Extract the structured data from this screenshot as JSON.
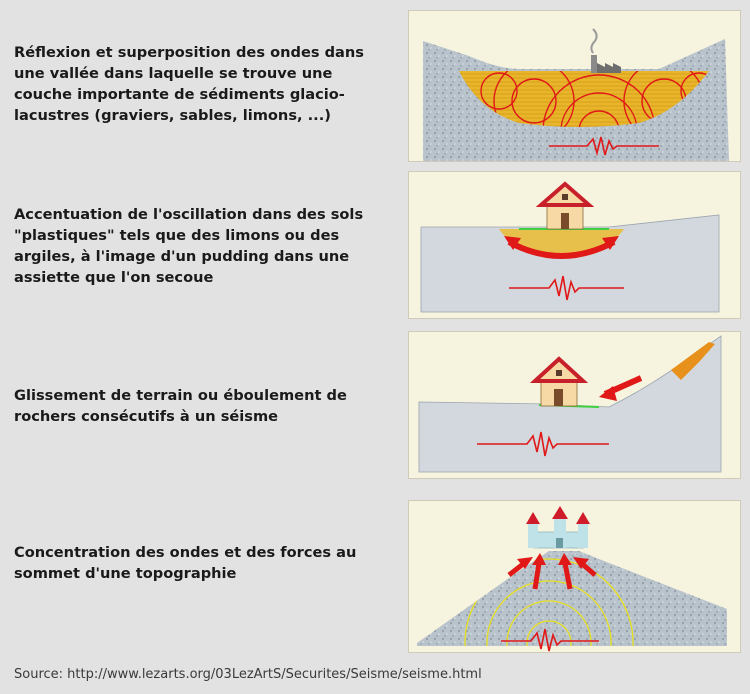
{
  "rows": [
    {
      "text": "Réflexion et superposition des ondes dans une vallée dans laquelle se trouve une couche importante de sédiments glacio-lacustres (graviers, sables, limons, ...)"
    },
    {
      "text": "Accentuation de l'oscillation dans des sols \"plastiques\" tels que des limons ou des argiles, à l'image d'un pudding dans une assiette que l'on secoue"
    },
    {
      "text": "Glissement de terrain ou éboulement de rochers consécutifs à un séisme"
    },
    {
      "text": "Concentration des ondes et des forces au sommet d'une topographie"
    }
  ],
  "source": "Source: http://www.lezarts.org/03LezArtS/Securites/Seisme/seisme.html",
  "colors": {
    "rock": "#b8c2cc",
    "sediment": "#e9b52a",
    "wave": "#e01818",
    "landslide": "#e8901c",
    "house_wall": "#f6d9a4",
    "house_roof": "#c8202a",
    "castle": "#bfe2e8",
    "wave_yellow": "#e8e020"
  },
  "icons": [
    "factory-icon",
    "house-icon",
    "castle-icon",
    "seismograph-icon"
  ]
}
